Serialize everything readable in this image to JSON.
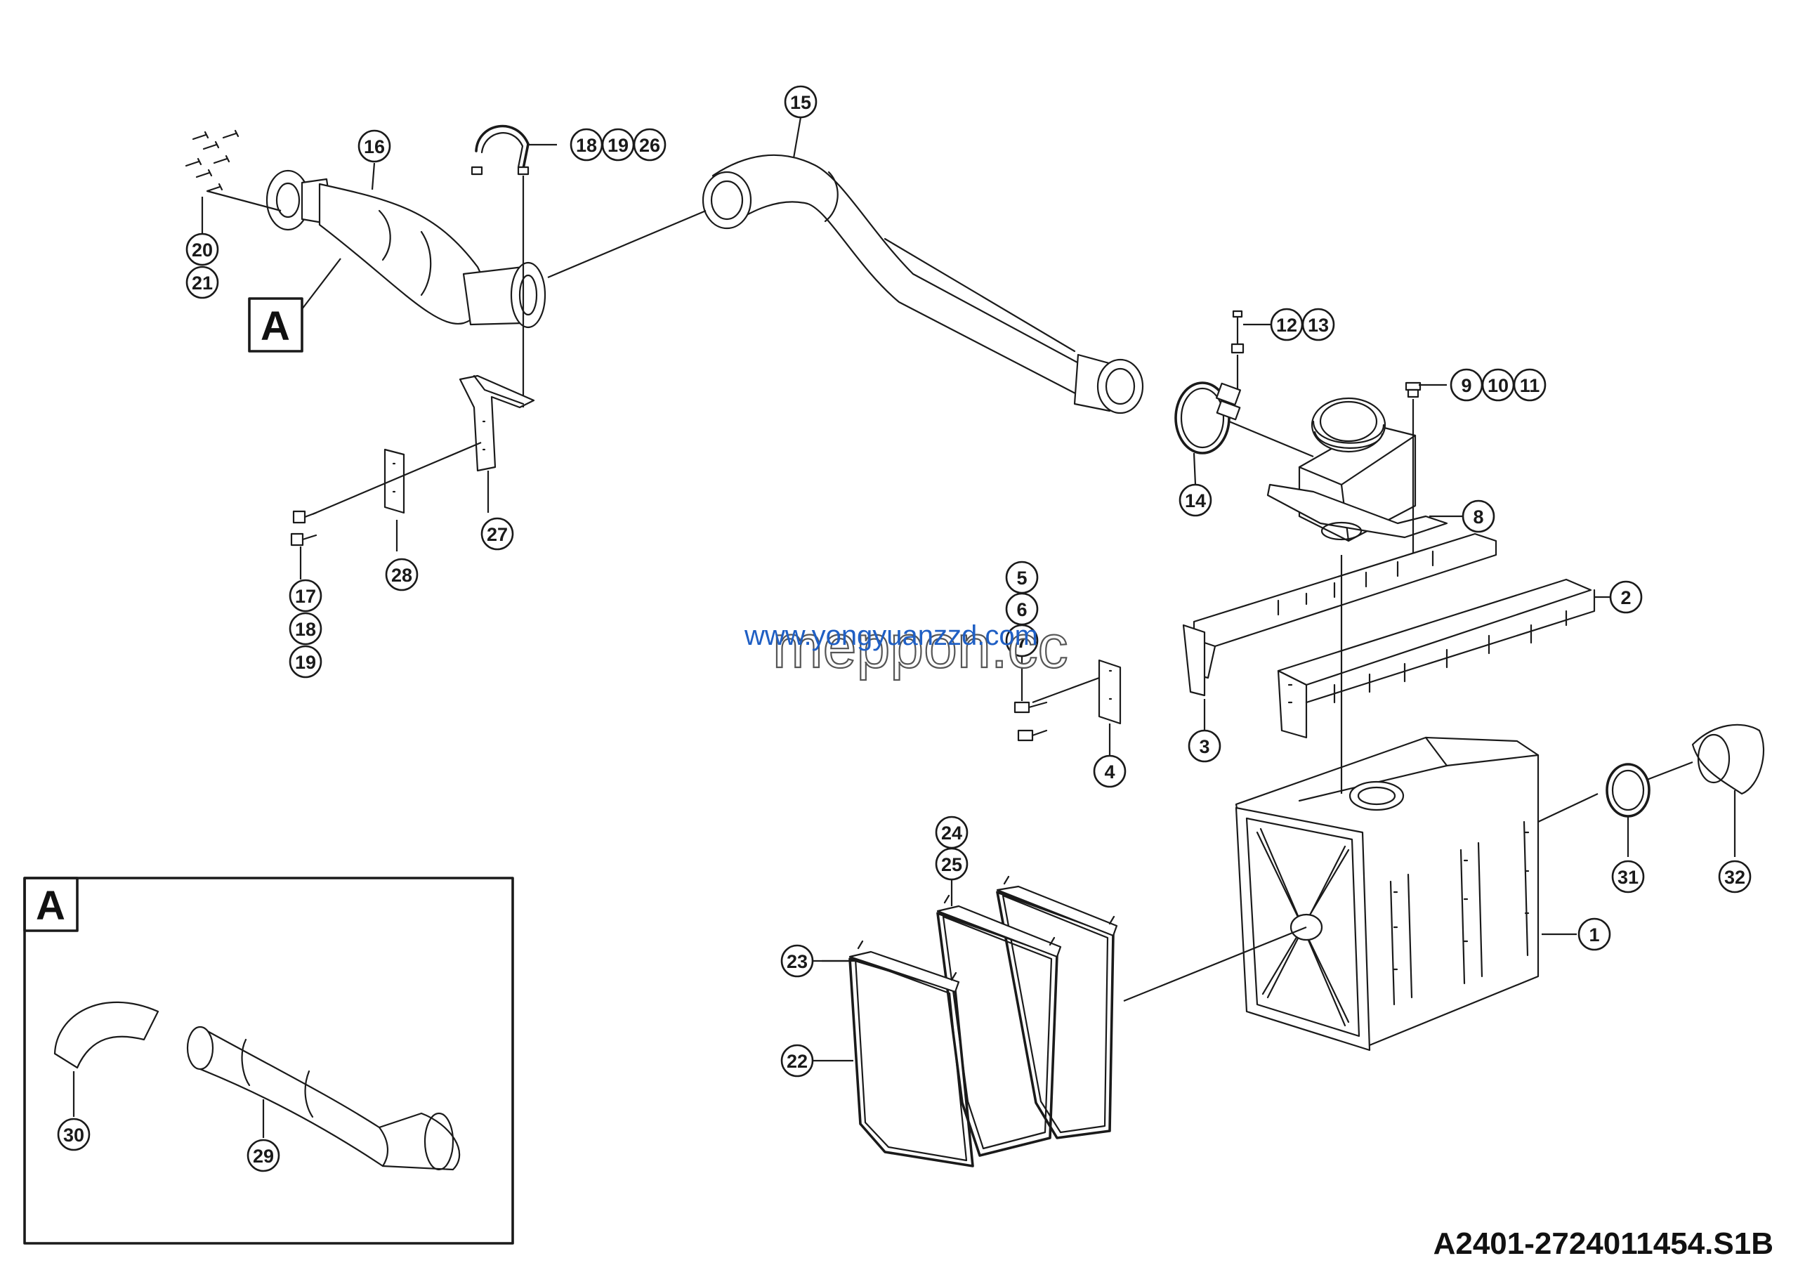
{
  "drawing_code": "A2401-2724011454.S1B",
  "detail_view_label": "A",
  "detail_reference_label": "A",
  "watermark_lines": [
    "www.yongyuanzzd.com",
    "meppon.cc"
  ],
  "callouts": [
    "1",
    "2",
    "3",
    "4",
    "5",
    "6",
    "7",
    "8",
    "9",
    "10",
    "11",
    "12",
    "13",
    "14",
    "15",
    "16",
    "17",
    "18",
    "19",
    "20",
    "21",
    "22",
    "23",
    "24",
    "25",
    "26",
    "27",
    "28",
    "29",
    "30",
    "31",
    "32"
  ]
}
